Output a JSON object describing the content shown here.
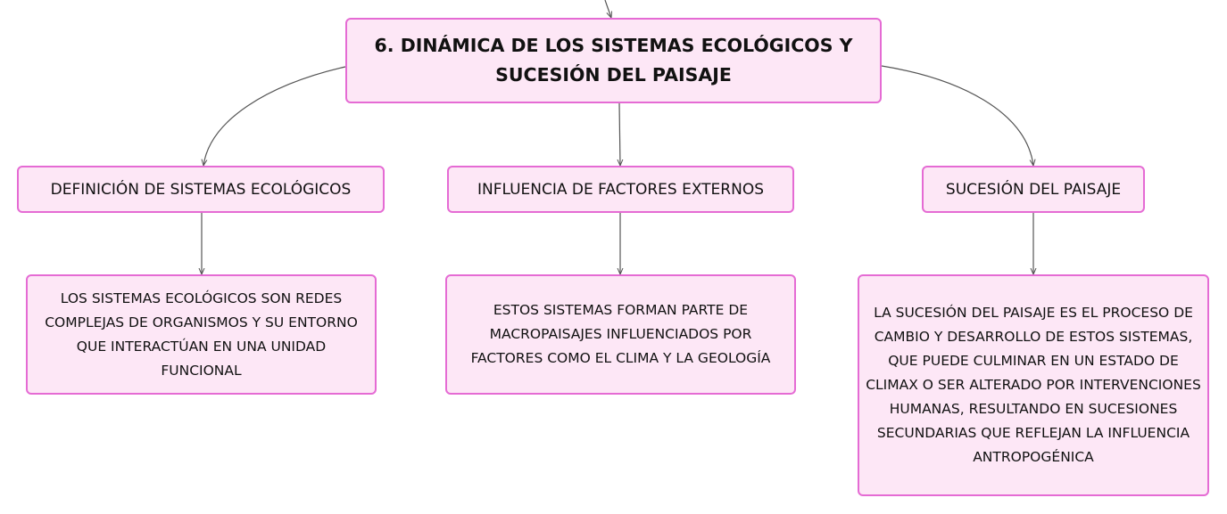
{
  "root": {
    "title": "6. DINÁMICA DE LOS SISTEMAS ECOLÓGICOS Y SUCESIÓN DEL PAISAJE"
  },
  "branches": [
    {
      "label": "DEFINICIÓN DE SISTEMAS ECOLÓGICOS",
      "detail": "LOS SISTEMAS ECOLÓGICOS SON REDES COMPLEJAS DE ORGANISMOS Y SU ENTORNO QUE INTERACTÚAN EN UNA UNIDAD FUNCIONAL"
    },
    {
      "label": "INFLUENCIA DE FACTORES EXTERNOS",
      "detail": "ESTOS SISTEMAS FORMAN PARTE DE MACROPAISAJES INFLUENCIADOS POR FACTORES COMO EL CLIMA Y LA GEOLOGÍA"
    },
    {
      "label": "SUCESIÓN DEL PAISAJE",
      "detail": "LA SUCESIÓN DEL PAISAJE ES EL PROCESO DE CAMBIO Y DESARROLLO DE ESTOS SISTEMAS, QUE PUEDE CULMINAR EN UN ESTADO DE CLIMAX O SER ALTERADO POR INTERVENCIONES HUMANAS, RESULTANDO EN SUCESIONES SECUNDARIAS QUE REFLEJAN LA INFLUENCIA ANTROPOGÉNICA"
    }
  ],
  "colors": {
    "node_fill": "#fde7f6",
    "node_border": "#e56bd4",
    "connector": "#555555",
    "text": "#111111"
  }
}
